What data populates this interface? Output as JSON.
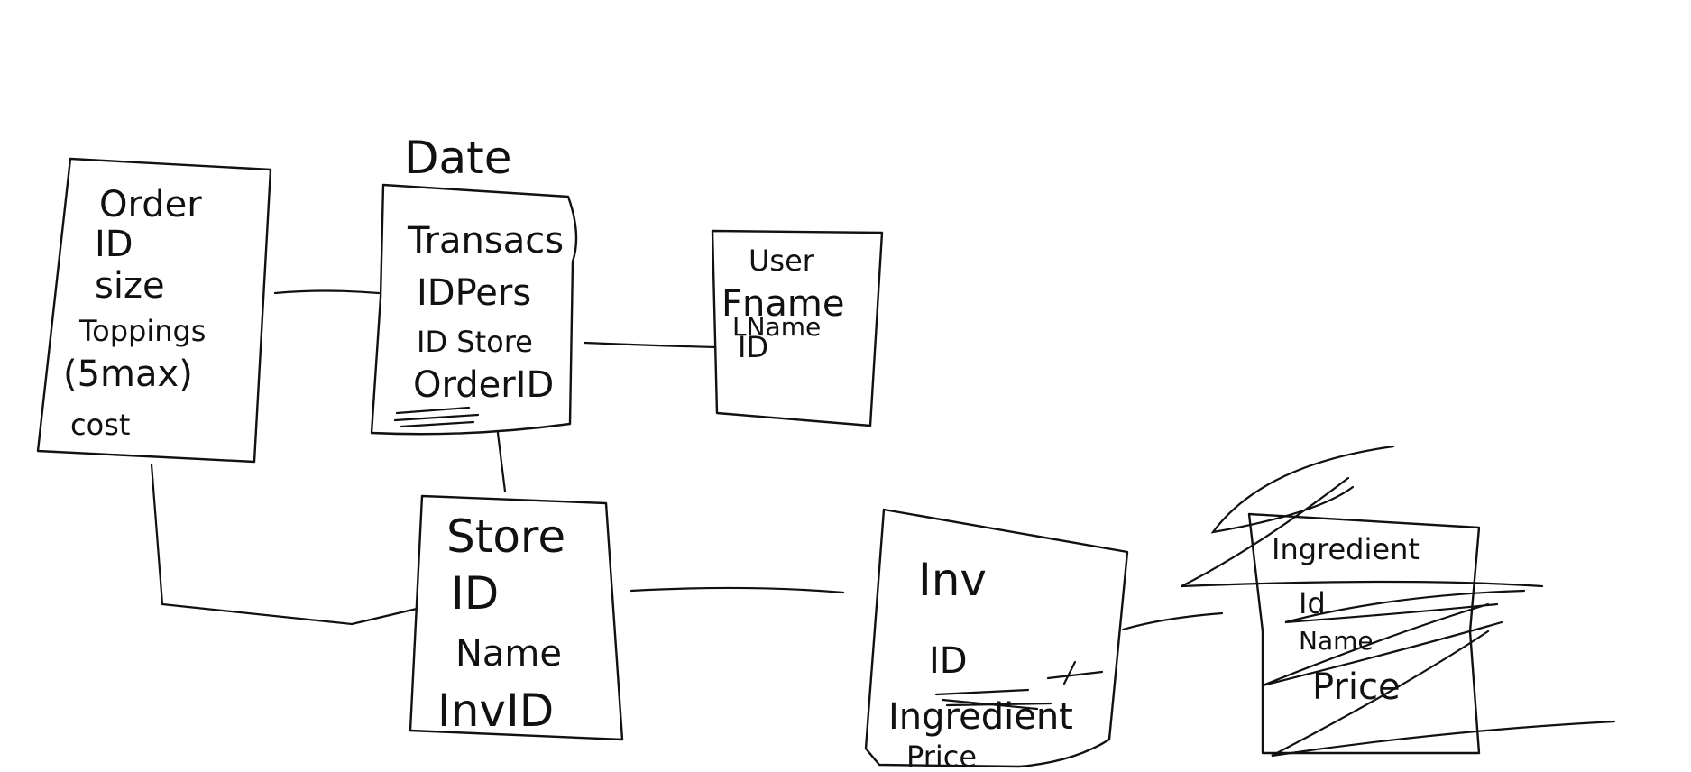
{
  "entities": {
    "order": {
      "title": "Order",
      "fields": [
        "ID",
        "size",
        "Toppings",
        "(5max)",
        "cost"
      ]
    },
    "transaction": {
      "caption": "Date",
      "title": "Transacs",
      "fields": [
        "IDPers",
        "ID Store",
        "OrderID"
      ]
    },
    "user": {
      "title": "User",
      "fields": [
        "Fname",
        "LName",
        "ID"
      ]
    },
    "store": {
      "title": "Store",
      "fields": [
        "ID",
        "Name",
        "InvID"
      ]
    },
    "inventory": {
      "title": "Inv",
      "fields": [
        "ID",
        "Ingredient",
        "Price"
      ]
    },
    "ingredient": {
      "title": "Ingredient",
      "fields": [
        "Id",
        "Name",
        "Price"
      ]
    }
  },
  "colors": {
    "ink": "#111111",
    "paper": "#ffffff"
  }
}
